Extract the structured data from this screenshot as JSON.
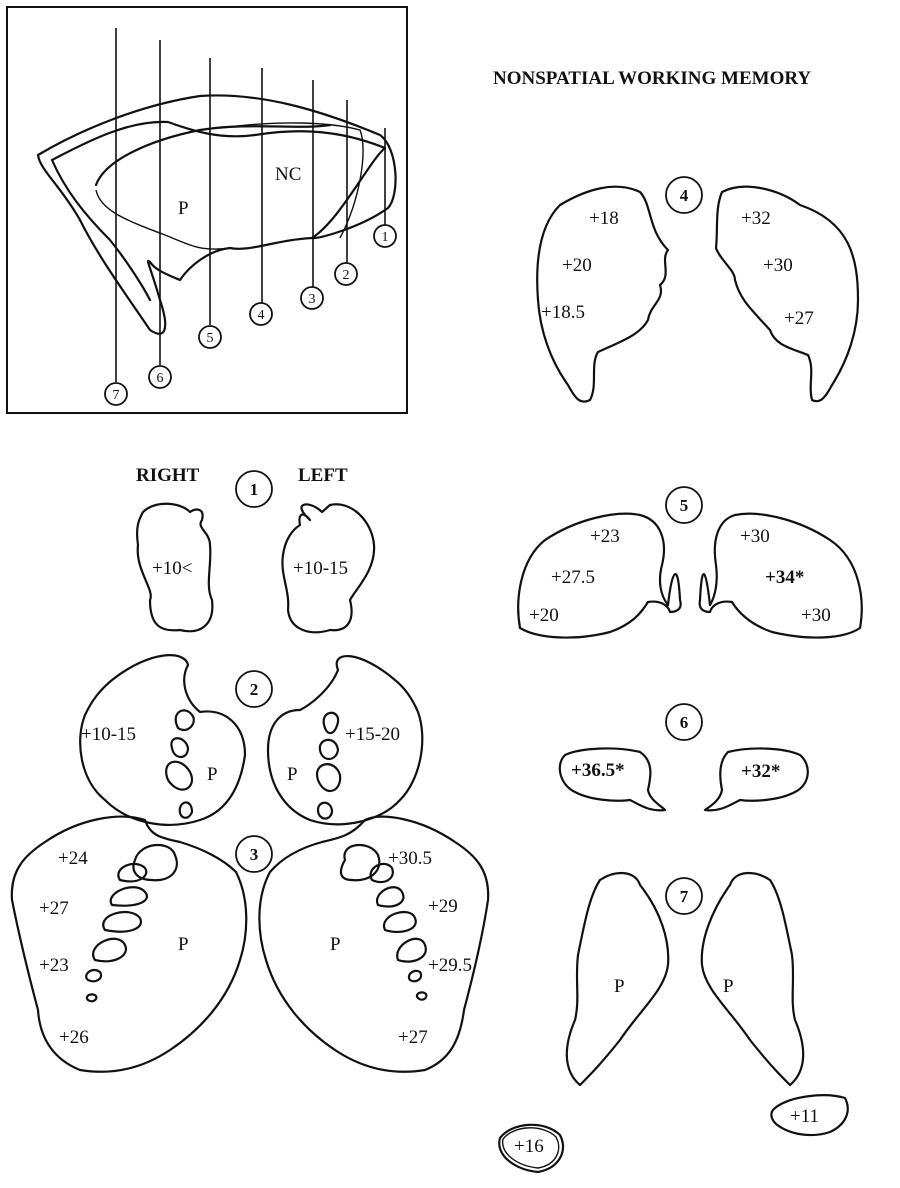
{
  "title": "NONSPATIAL WORKING MEMORY",
  "sagittal": {
    "labels": {
      "nc": "NC",
      "p": "P"
    },
    "levels": [
      "1",
      "2",
      "3",
      "4",
      "5",
      "6",
      "7"
    ]
  },
  "headers": {
    "right": "RIGHT",
    "left": "LEFT"
  },
  "sections": {
    "s1": {
      "num": "1",
      "right": [
        "+10<"
      ],
      "left": [
        "+10-15"
      ]
    },
    "s2": {
      "num": "2",
      "right": [
        "+10-15"
      ],
      "left": [
        "+15-20"
      ],
      "p": "P"
    },
    "s3": {
      "num": "3",
      "right": [
        "+24",
        "+27",
        "+23",
        "+26"
      ],
      "left": [
        "+30.5",
        "+29",
        "+29.5",
        "+27"
      ],
      "p": "P"
    },
    "s4": {
      "num": "4",
      "right": [
        "+18",
        "+20",
        "+18.5"
      ],
      "left": [
        "+32",
        "+30",
        "+27"
      ]
    },
    "s5": {
      "num": "5",
      "right": [
        "+23",
        "+27.5",
        "+20"
      ],
      "left": [
        "+30",
        "+34*",
        "+30"
      ]
    },
    "s6": {
      "num": "6",
      "right": [
        "+36.5*"
      ],
      "left": [
        "+32*"
      ]
    },
    "s7": {
      "num": "7",
      "right": [
        "+16"
      ],
      "left": [
        "+11"
      ],
      "p": "P"
    }
  }
}
